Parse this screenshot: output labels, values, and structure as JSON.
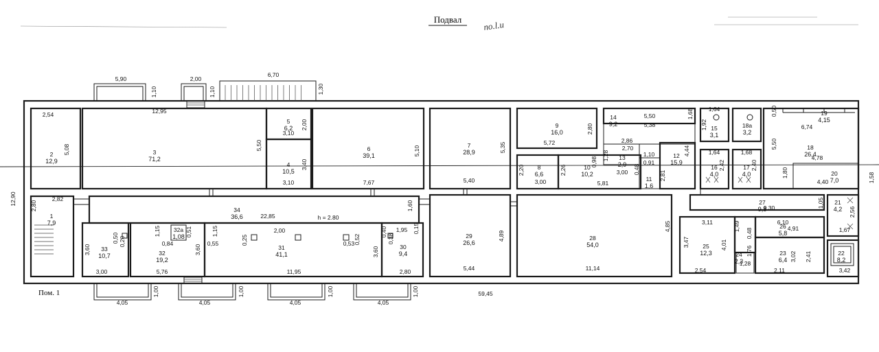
{
  "title": "Подвал",
  "scribble": "no.l.u",
  "plan_label": "Пом. 1",
  "total_width": "59,45",
  "total_height": "12,90",
  "ceiling_height": "h = 2.80",
  "rooms": [
    {
      "num": "1",
      "area": "7,9"
    },
    {
      "num": "2",
      "area": "12,9"
    },
    {
      "num": "3",
      "area": "71,2"
    },
    {
      "num": "4",
      "area": "10,5"
    },
    {
      "num": "5",
      "area": "6,2"
    },
    {
      "num": "6",
      "area": "39,1"
    },
    {
      "num": "7",
      "area": "28,9"
    },
    {
      "num": "8",
      "area": "6,6"
    },
    {
      "num": "9",
      "area": "16,0"
    },
    {
      "num": "10",
      "area": "10,2"
    },
    {
      "num": "11",
      "area": "1,6"
    },
    {
      "num": "12",
      "area": "15,9"
    },
    {
      "num": "13",
      "area": "2,9"
    },
    {
      "num": "14",
      "area": "9,2"
    },
    {
      "num": "15",
      "area": "3,1"
    },
    {
      "num": "16",
      "area": "4,0"
    },
    {
      "num": "17",
      "area": "4,0"
    },
    {
      "num": "18",
      "area": "26,4"
    },
    {
      "num": "19",
      "area": "4,15"
    },
    {
      "num": "20",
      "area": "7,0"
    },
    {
      "num": "21",
      "area": "4,2"
    },
    {
      "num": "22",
      "area": "8,2"
    },
    {
      "num": "23",
      "area": "6,4"
    },
    {
      "num": "24",
      "area": "2,3"
    },
    {
      "num": "25",
      "area": "12,3"
    },
    {
      "num": "26",
      "area": "5,8"
    },
    {
      "num": "27",
      "area": "9,8"
    },
    {
      "num": "28",
      "area": "54,0"
    },
    {
      "num": "29",
      "area": "26,6"
    },
    {
      "num": "30",
      "area": "9,4"
    },
    {
      "num": "31",
      "area": "41,1"
    },
    {
      "num": "32",
      "area": "19,2"
    },
    {
      "num": "32а",
      "area": "1,08"
    },
    {
      "num": "33",
      "area": "10,7"
    },
    {
      "num": "34",
      "area": "36,6"
    },
    {
      "num": "18а",
      "area": "3,2"
    }
  ],
  "dimensions": [
    "5,90",
    "2,00",
    "6,70",
    "1,10",
    "1,10",
    "1,30",
    "2,54",
    "12,95",
    "3,10",
    "2,00",
    "5,08",
    "5,50",
    "3,40",
    "3,10",
    "5,10",
    "7,67",
    "5,35",
    "5,40",
    "2,80",
    "5,72",
    "2,86",
    "1,28",
    "2,70",
    "1,10",
    "0,91",
    "0,98",
    "0,48",
    "2,20",
    "2,26",
    "3,00",
    "3,00",
    "5,81",
    "2,81",
    "1,68",
    "5,50",
    "5,38",
    "4,44",
    "1,64",
    "1,92",
    "1,64",
    "2,42",
    "1,68",
    "2,40",
    "0,50",
    "6,74",
    "5,50",
    "4,78",
    "1,80",
    "4,40",
    "1,58",
    "2,82",
    "2,80",
    "22,85",
    "1,60",
    "1,05",
    "9,30",
    "2,56",
    "3,11",
    "1,49",
    "6,10",
    "4,91",
    "1,67",
    "4,85",
    "3,47",
    "4,01",
    "0,48",
    "1,76",
    "1,28",
    "3,02",
    "2,41",
    "2,54",
    "2,11",
    "3,42",
    "11,14",
    "5,44",
    "4,89",
    "0,50",
    "0,20",
    "1,15",
    "0,51",
    "0,84",
    "1,15",
    "0,55",
    "0,25",
    "2,00",
    "0,53",
    "0,52",
    "0,40",
    "1,95",
    "0,38",
    "0,15",
    "3,60",
    "3,60",
    "3,60",
    "3,00",
    "5,76",
    "11,95",
    "2,80",
    "4,05",
    "4,05",
    "4,05",
    "4,05",
    "1,00",
    "1,00",
    "1,00",
    "1,00"
  ]
}
